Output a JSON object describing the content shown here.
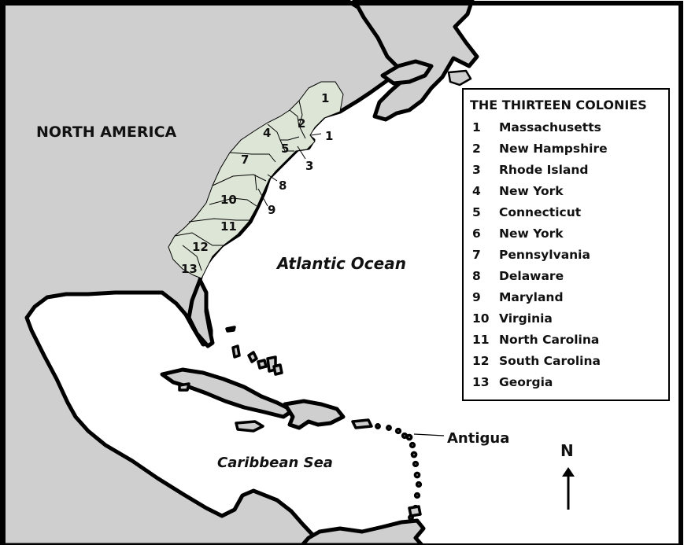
{
  "map": {
    "continent_label": "NORTH AMERICA",
    "ocean_label": "Atlantic Ocean",
    "sea_label": "Caribbean Sea",
    "island_label": "Antigua",
    "north_label": "N",
    "colors": {
      "land": "#cfcfcf",
      "colonies": "#dde6d6",
      "water": "#ffffff",
      "outline": "#000000"
    },
    "markers": [
      "1",
      "2",
      "1",
      "3",
      "4",
      "5",
      "7",
      "8",
      "10",
      "9",
      "11",
      "12",
      "13"
    ]
  },
  "legend": {
    "title": "THE THIRTEEN COLONIES",
    "items": [
      {
        "num": "1",
        "name": "Massachusetts"
      },
      {
        "num": "2",
        "name": "New Hampshire"
      },
      {
        "num": "3",
        "name": "Rhode Island"
      },
      {
        "num": "4",
        "name": "New York"
      },
      {
        "num": "5",
        "name": "Connecticut"
      },
      {
        "num": "6",
        "name": "New York"
      },
      {
        "num": "7",
        "name": "Pennsylvania"
      },
      {
        "num": "8",
        "name": "Delaware"
      },
      {
        "num": "9",
        "name": "Maryland"
      },
      {
        "num": "10",
        "name": "Virginia"
      },
      {
        "num": "11",
        "name": "North Carolina"
      },
      {
        "num": "12",
        "name": "South Carolina"
      },
      {
        "num": "13",
        "name": "Georgia"
      }
    ]
  }
}
